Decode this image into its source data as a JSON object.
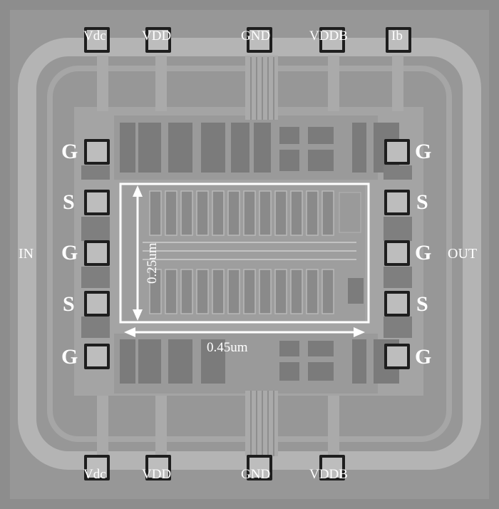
{
  "image": {
    "top_pads": [
      "Vdc",
      "VDD",
      "GND",
      "VDDB",
      "Ib"
    ],
    "bottom_pads": [
      "Vdc",
      "VDD",
      "GND",
      "VDDB"
    ],
    "left_pads": [
      "G",
      "S",
      "G",
      "S",
      "G"
    ],
    "right_pads": [
      "G",
      "S",
      "G",
      "S",
      "G"
    ],
    "input_label": "IN",
    "output_label": "OUT",
    "height_label": "0.25um",
    "width_label": "0.45um"
  }
}
